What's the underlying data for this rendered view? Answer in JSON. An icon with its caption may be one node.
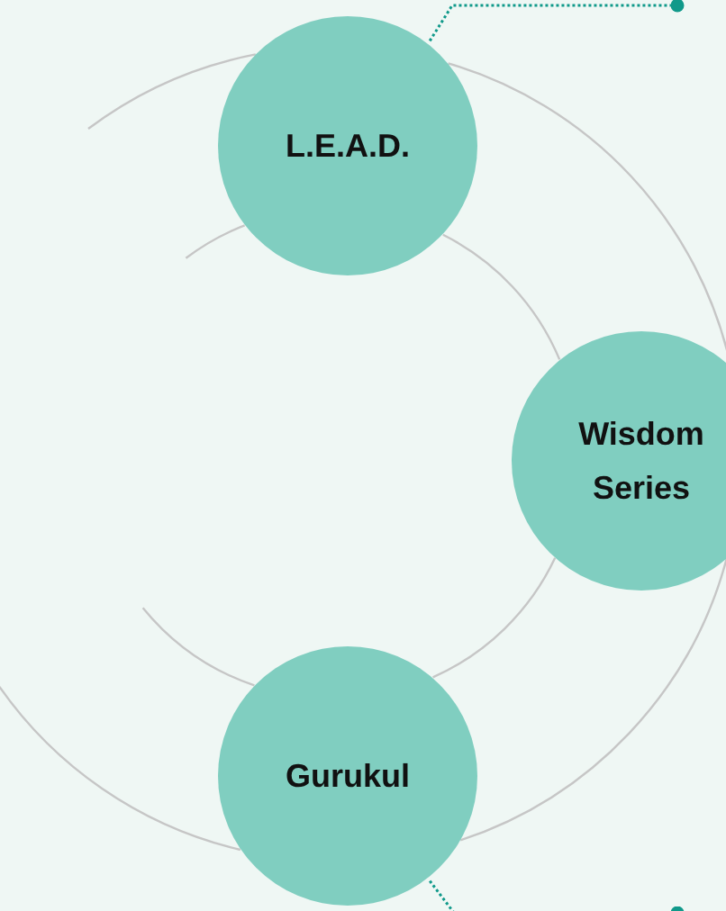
{
  "diagram": {
    "nodes": [
      {
        "text": [
          "L.E.A.D."
        ]
      },
      {
        "text": [
          "Wisdom Series"
        ]
      },
      {
        "text": [
          "Gurukul"
        ]
      }
    ],
    "edges": [
      {
        "from": null,
        "to": 0,
        "arrow": "none"
      },
      {
        "from": 0,
        "to": 1,
        "arrow": "none"
      },
      {
        "from": 1,
        "to": 2,
        "arrow": "none"
      },
      {
        "from": 2,
        "to": null,
        "arrow": "none"
      },
      {
        "from": null,
        "to": 0,
        "arrow": "none"
      },
      {
        "from": 0,
        "to": 1,
        "arrow": "none"
      },
      {
        "from": 1,
        "to": 2,
        "arrow": "none"
      },
      {
        "from": 2,
        "to": null,
        "arrow": "none"
      },
      {
        "from": 0,
        "to": null,
        "arrow": "other",
        "style": "dashed",
        "color": "#10998a"
      },
      {
        "from": 2,
        "to": null,
        "arrow": "other",
        "style": "dashed",
        "color": "#10998a"
      }
    ]
  }
}
